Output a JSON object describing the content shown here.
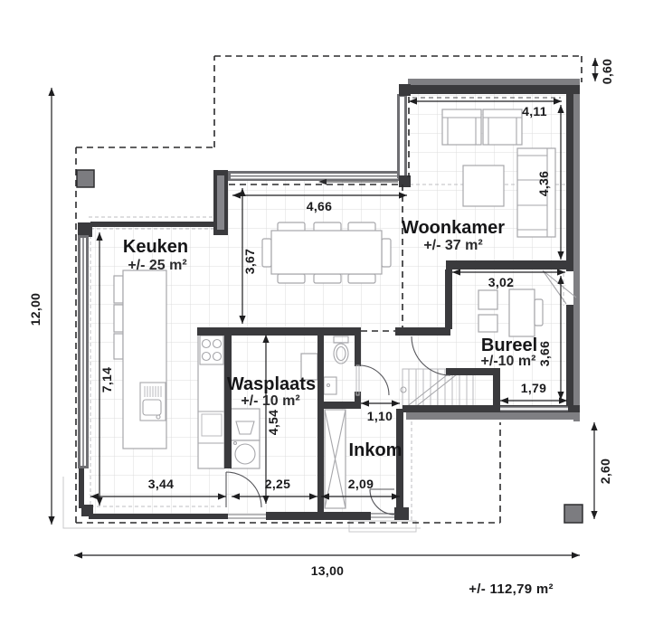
{
  "rooms": {
    "keuken": {
      "name": "Keuken",
      "area": "+/- 25 m²"
    },
    "woonkamer": {
      "name": "Woonkamer",
      "area": "+/- 37 m²"
    },
    "bureel": {
      "name": "Bureel",
      "area": "+/-10 m²"
    },
    "wasplaats": {
      "name": "Wasplaats",
      "area": "+/- 10 m²"
    },
    "inkom": {
      "name": "Inkom"
    }
  },
  "dimensions": {
    "total_height": "12,00",
    "total_width": "13,00",
    "roof_overhang": "0,60",
    "woonkamer_width": "4,11",
    "woonkamer_depth": "4,36",
    "eetplaats_width": "4,66",
    "eetplaats_depth": "3,67",
    "bureel_width": "3,02",
    "bureel_depth": "3,66",
    "bureel_window": "1,79",
    "keuken_depth": "7,14",
    "keuken_width": "3,44",
    "wasplaats_width": "2,25",
    "inkom_width": "2,09",
    "wasplaats_depth": "4,54",
    "hal_width": "1,10",
    "terras_depth": "2,60"
  },
  "total_area": "+/- 112,79 m²",
  "colors": {
    "wall": "#3a3a3d",
    "wall_outer": "#7f7f83",
    "window_frame": "#6f6f73",
    "grid": "#dcdcde",
    "furniture": "#a6a6aa",
    "boundary_dash": "#2b2b2d"
  }
}
